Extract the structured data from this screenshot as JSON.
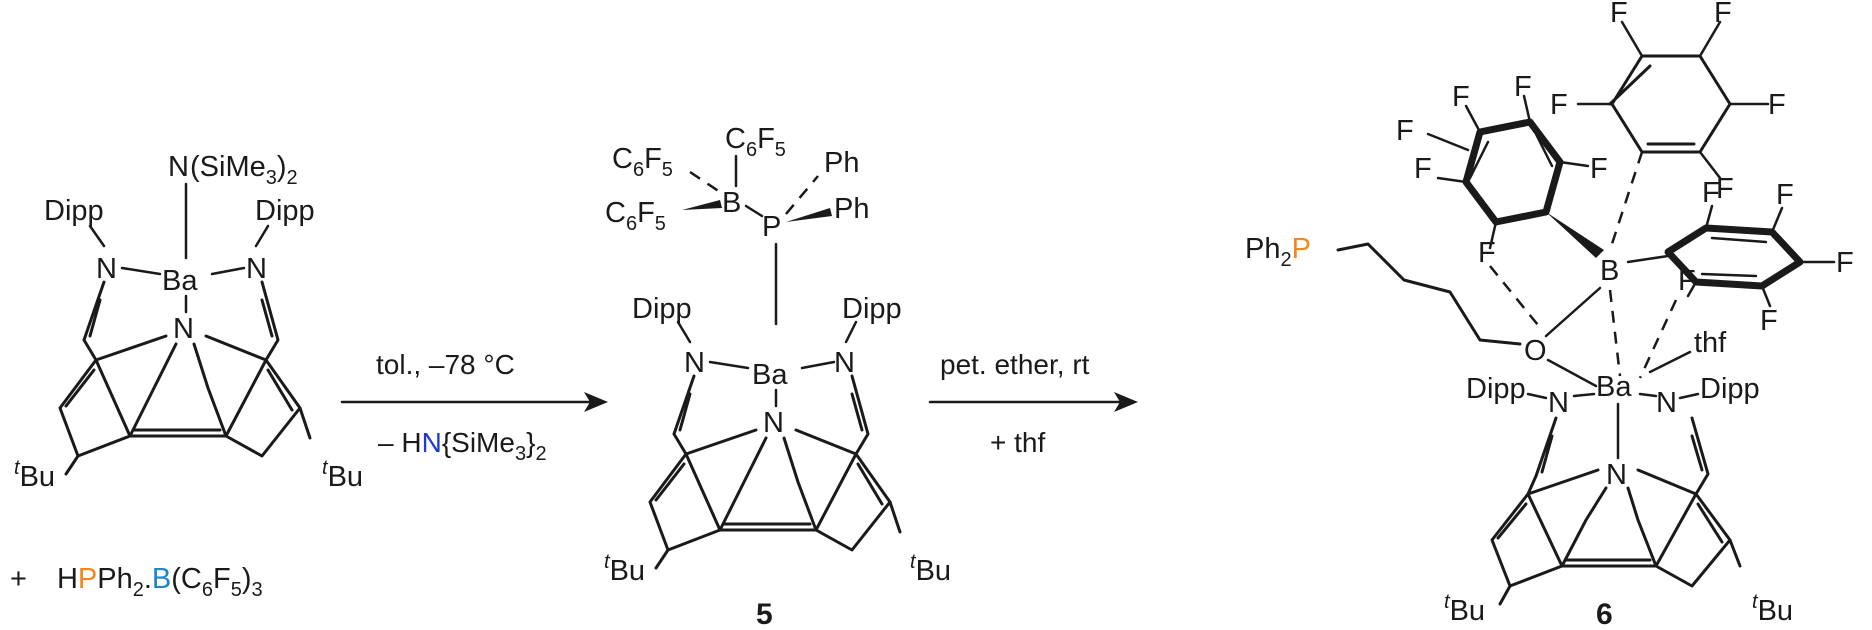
{
  "colors": {
    "nitrogen": "#1f3bd6",
    "phosphorus": "#f08a1c",
    "boron": "#1c86c7",
    "oxygen": "#e0201c",
    "ink": "#1a1a1a"
  },
  "labels": {
    "N": "N",
    "Ba": "Ba",
    "B": "B",
    "P": "P",
    "O": "O",
    "F": "F",
    "Dipp": "Dipp",
    "Bu": "Bu",
    "t": "t",
    "Ph": "Ph",
    "thf": "thf",
    "SiMe": "(SiMe",
    "C": "C",
    "F5": "F",
    "H": "H",
    "Ph2": "Ph",
    "dot": "."
  },
  "subscripts": {
    "two": "2",
    "three": "3",
    "five": "5",
    "six": "6"
  },
  "compounds": {
    "five": "5",
    "six": "6"
  },
  "reagent": {
    "plus": "+",
    "H": "H",
    "P": "P",
    "Ph": "Ph",
    "two": "2",
    "dot": ".",
    "B": "B",
    "open": "(C",
    "six": "6",
    "F": "F",
    "five": "5",
    "close": ")",
    "three": "3"
  },
  "arrow1": {
    "above": "tol., –78 °C",
    "below_prefix": "– H",
    "below_N": "N",
    "below_rest": "{SiMe",
    "below_sub": "3",
    "below_close": "}",
    "below_sub2": "2"
  },
  "arrow2": {
    "above": "pet. ether, rt",
    "below": "+ thf"
  }
}
